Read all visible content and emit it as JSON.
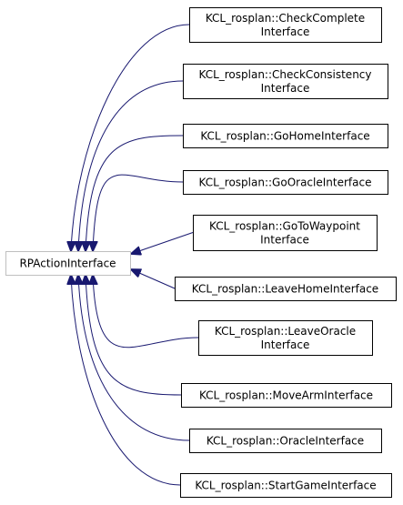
{
  "diagram": {
    "type": "inheritance-graph",
    "edge_color": "#191970",
    "base_class": {
      "lines": [
        "RPActionInterface"
      ]
    },
    "derived_classes": [
      {
        "lines": [
          "KCL_rosplan::CheckComplete",
          "Interface"
        ]
      },
      {
        "lines": [
          "KCL_rosplan::CheckConsistency",
          "Interface"
        ]
      },
      {
        "lines": [
          "KCL_rosplan::GoHomeInterface"
        ]
      },
      {
        "lines": [
          "KCL_rosplan::GoOracleInterface"
        ]
      },
      {
        "lines": [
          "KCL_rosplan::GoToWaypoint",
          "Interface"
        ]
      },
      {
        "lines": [
          "KCL_rosplan::LeaveHomeInterface"
        ]
      },
      {
        "lines": [
          "KCL_rosplan::LeaveOracle",
          "Interface"
        ]
      },
      {
        "lines": [
          "KCL_rosplan::MoveArmInterface"
        ]
      },
      {
        "lines": [
          "KCL_rosplan::OracleInterface"
        ]
      },
      {
        "lines": [
          "KCL_rosplan::StartGameInterface"
        ]
      }
    ]
  }
}
